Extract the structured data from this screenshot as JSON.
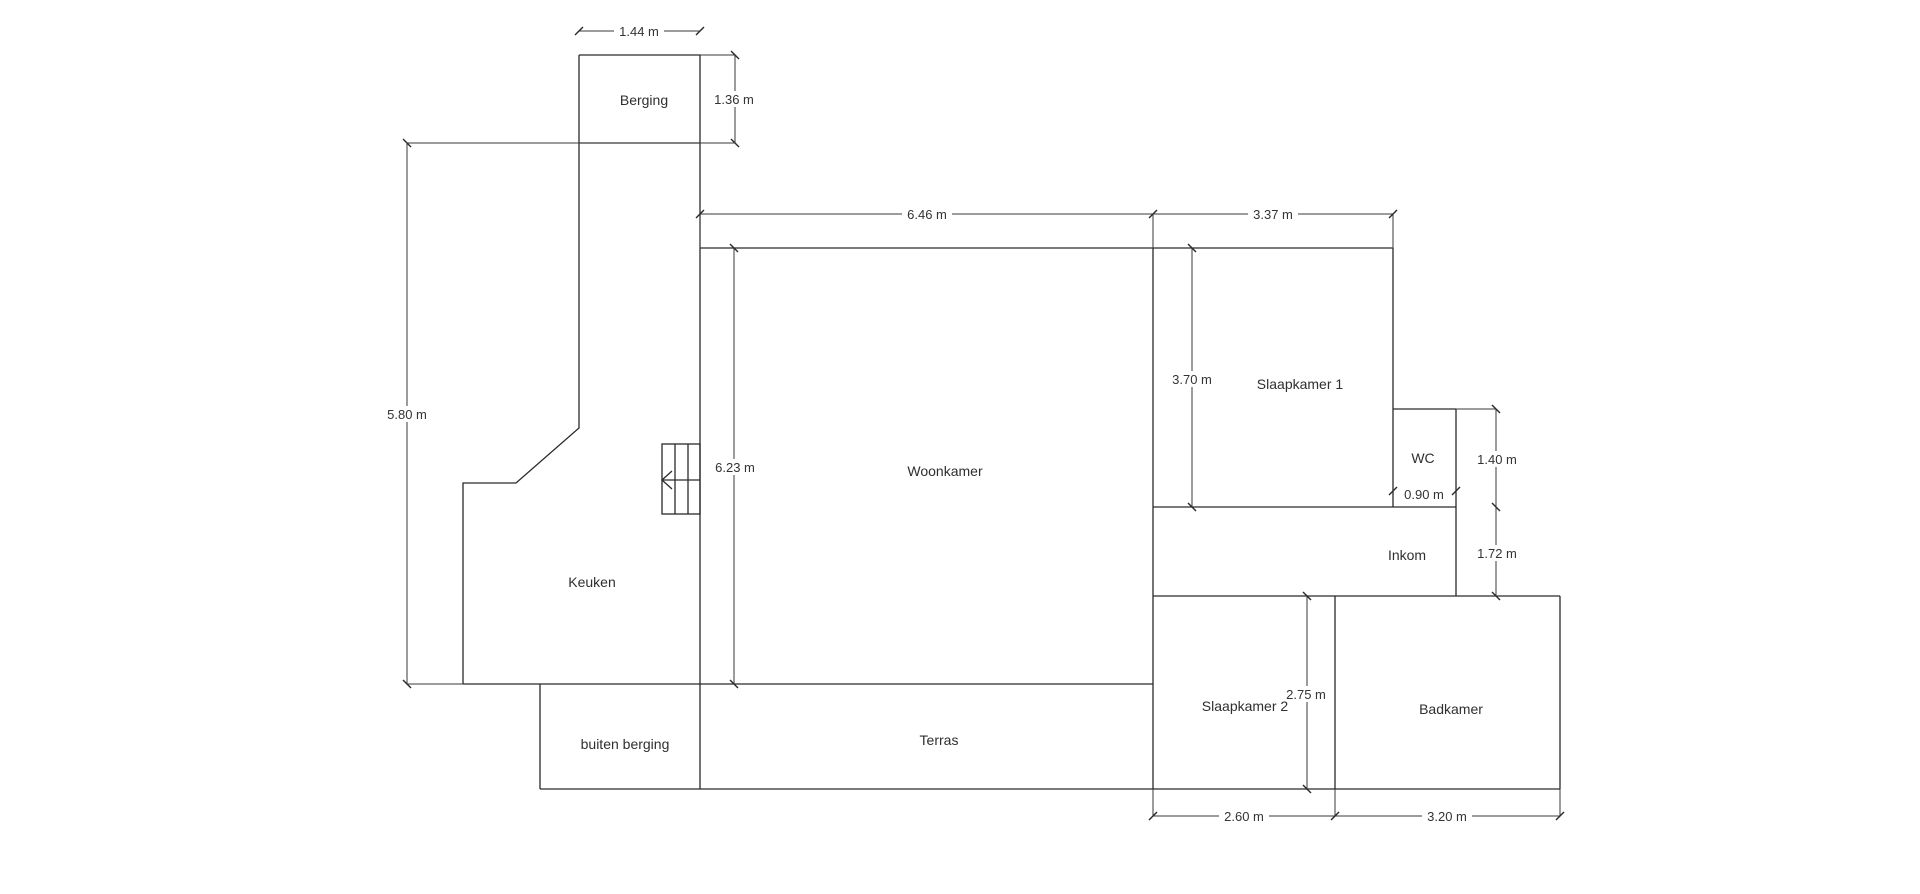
{
  "rooms": {
    "berging": "Berging",
    "keuken": "Keuken",
    "woonkamer": "Woonkamer",
    "slaapkamer1": "Slaapkamer 1",
    "wc": "WC",
    "inkom": "Inkom",
    "slaapkamer2": "Slaapkamer 2",
    "badkamer": "Badkamer",
    "buiten_berging": "buiten berging",
    "terras": "Terras"
  },
  "dimensions": {
    "berging_width": "1.44 m",
    "berging_depth": "1.36 m",
    "keuken_height": "5.80 m",
    "woonkamer_width": "6.46 m",
    "slaapkamer1_width": "3.37 m",
    "slaapkamer1_height": "3.70 m",
    "woonkamer_height": "6.23 m",
    "wc_height": "1.40 m",
    "wc_width": "0.90 m",
    "inkom_height": "1.72 m",
    "slaapkamer2_height": "2.75 m",
    "slaapkamer2_width": "2.60 m",
    "badkamer_width": "3.20 m"
  }
}
